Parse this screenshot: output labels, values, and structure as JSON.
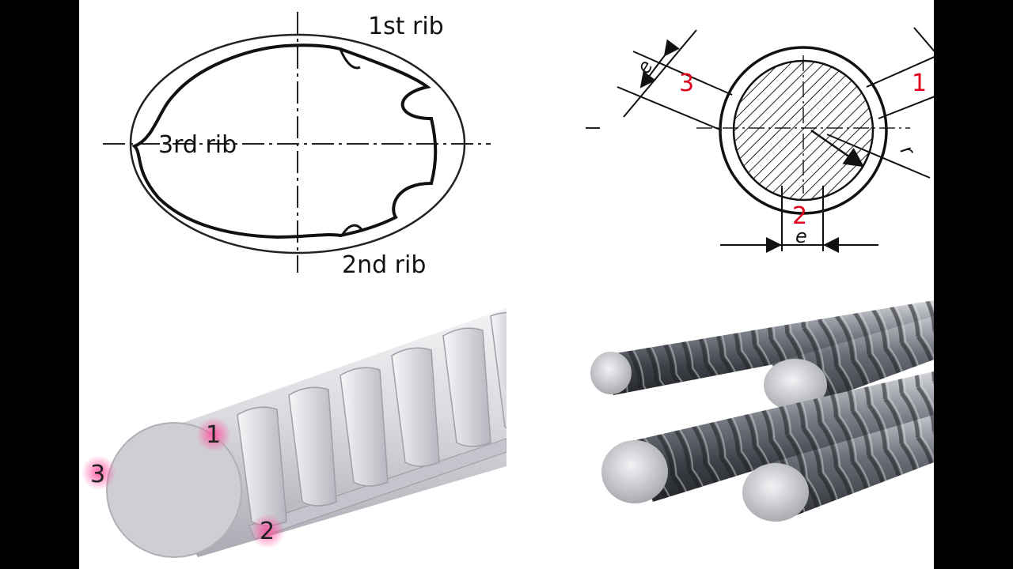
{
  "cross_section": {
    "rib1_label": "1st rib",
    "rib2_label": "2nd rib",
    "rib3_label": "3rd rib"
  },
  "dimension_diagram": {
    "rib_numbers": [
      "1",
      "2",
      "3"
    ],
    "dimension_label": "e",
    "radius_label": "r",
    "rib_number_color": "#e0001b"
  },
  "rebar_model": {
    "rib_numbers": [
      "1",
      "2",
      "3"
    ],
    "marker_glow_color": "#ff4fa0"
  },
  "rebar_photo": {}
}
